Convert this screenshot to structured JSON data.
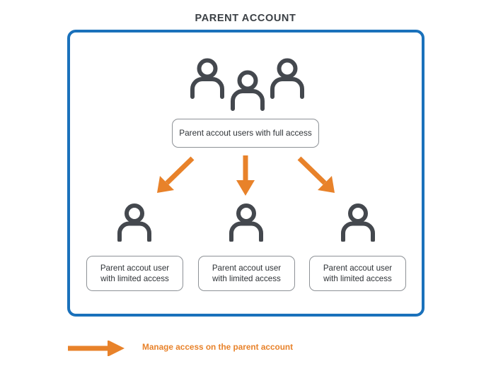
{
  "diagram": {
    "title": "PARENT ACCOUNT",
    "type": "hierarchy-diagram"
  },
  "colors": {
    "frame_border": "#1a71bb",
    "arrow_orange": "#e8822a",
    "icon_gray": "#44484e",
    "box_border": "#8d9196",
    "title_text": "#3a3f44",
    "box_text": "#2f3337",
    "background": "#ffffff"
  },
  "top_group": {
    "icon_name": "three-people-icon",
    "icon_count": 3,
    "label": "Parent accout users with full access"
  },
  "arrows": {
    "down_left": "arrow-down-left",
    "down": "arrow-down",
    "down_right": "arrow-down-right"
  },
  "children": [
    {
      "icon_name": "person-icon",
      "line1": "Parent accout user",
      "line2": "with limited access"
    },
    {
      "icon_name": "person-icon",
      "line1": "Parent accout user",
      "line2": "with limited access"
    },
    {
      "icon_name": "person-icon",
      "line1": "Parent accout user",
      "line2": "with limited access"
    }
  ],
  "legend": {
    "icon_name": "arrow-right-icon",
    "label": "Manage access on the parent account"
  }
}
